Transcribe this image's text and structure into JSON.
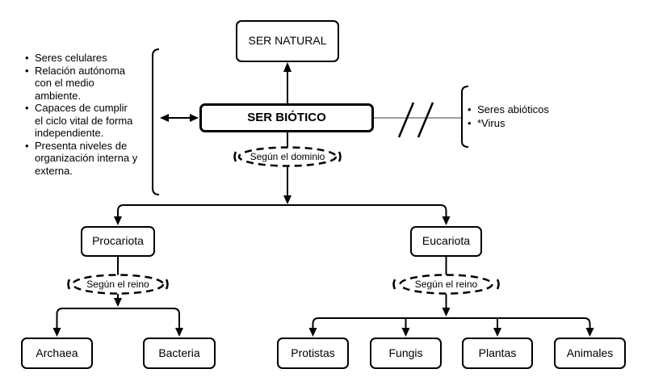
{
  "diagram": {
    "nodes": {
      "ser_natural": "SER NATURAL",
      "ser_biotico": "SER BIÓTICO",
      "procariota": "Procariota",
      "eucariota": "Eucariota",
      "archaea": "Archaea",
      "bacteria": "Bacteria",
      "protistas": "Protistas",
      "fungis": "Fungis",
      "plantas": "Plantas",
      "animales": "Animales"
    },
    "connector_labels": {
      "domain": "Según el dominio",
      "kingdom_left": "Según el reino",
      "kingdom_right": "Según el reino"
    },
    "left_notes": {
      "items": [
        "Seres celulares",
        "Relación autónoma\ncon el medio\nambiente.",
        "Capaces de cumplir\nel ciclo vital de forma\nindependiente.",
        "Presenta niveles de\norganización interna y\nexterna."
      ]
    },
    "right_notes": {
      "items": [
        "Seres abióticos",
        "*Virus"
      ]
    },
    "colors": {
      "stroke": "#000000",
      "background": "#ffffff",
      "excluded_link_line": "#666666"
    }
  }
}
